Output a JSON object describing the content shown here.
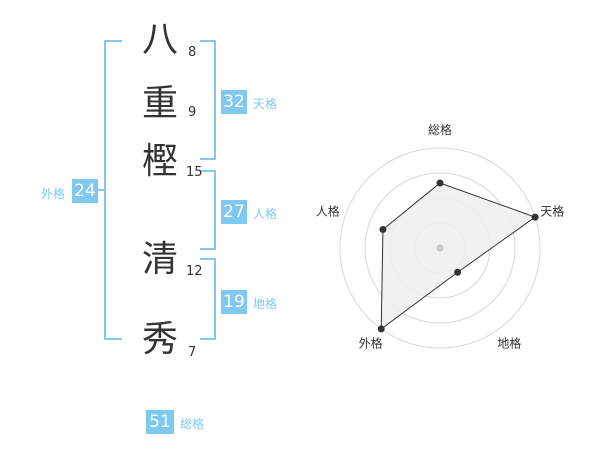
{
  "name": {
    "chars": [
      {
        "char": "八",
        "strokes": "8"
      },
      {
        "char": "重",
        "strokes": "9"
      },
      {
        "char": "樫",
        "strokes": "15"
      },
      {
        "char": "清",
        "strokes": "12"
      },
      {
        "char": "秀",
        "strokes": "7"
      }
    ]
  },
  "fortunes": {
    "tenkaku": {
      "value": "32",
      "label": "天格"
    },
    "jinkaku": {
      "value": "27",
      "label": "人格"
    },
    "chikaku": {
      "value": "19",
      "label": "地格"
    },
    "gaikaku": {
      "value": "24",
      "label": "外格"
    },
    "soukaku": {
      "value": "51",
      "label": "総格"
    }
  },
  "colors": {
    "accent": "#7fc8f0",
    "bracket": "#88c5ee",
    "text": "#333333"
  },
  "chart_data": {
    "type": "radar",
    "axes": [
      "総格",
      "天格",
      "地格",
      "外格",
      "人格"
    ],
    "levels": 4,
    "max": 4,
    "values": [
      2.6,
      4.0,
      1.2,
      4.0,
      2.4
    ],
    "grid": true,
    "fill": "#eeeeee",
    "line": "#333333"
  }
}
